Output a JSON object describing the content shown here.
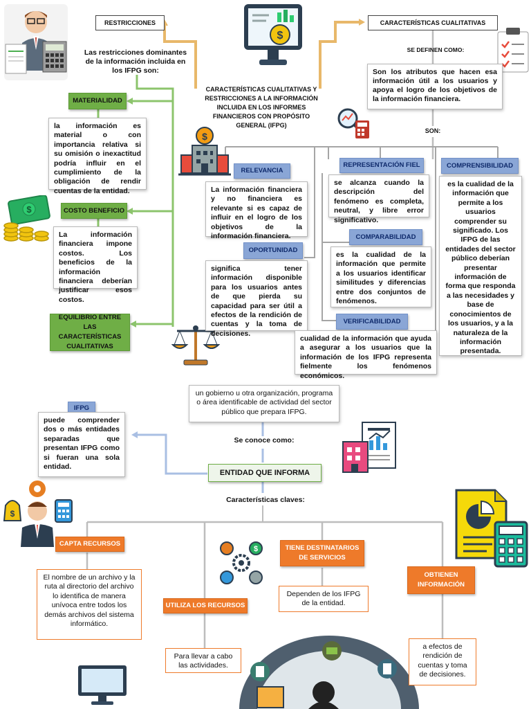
{
  "top": {
    "restricciones": "RESTRICCIONES",
    "restricciones_intro": "Las restricciones dominantes de la información incluida en los IFPG son:",
    "caracteristicas": "CARACTERÍSTICAS CUALITATIVAS",
    "se_definen_como": "SE DEFINEN COMO:",
    "definicion": "Son los atributos que hacen esa información útil a los usuarios y apoya el logro de los objetivos de la información financiera.",
    "son": "SON:",
    "center_title": "CARACTERÍSTICAS CUALITATIVAS Y RESTRICCIONES A LA INFORMACIÓN INCLUIDA EN LOS INFORMES FINANCIEROS CON PROPÓSITO GENERAL (IFPG)"
  },
  "restricciones_items": [
    {
      "label": "MATERIALIDAD",
      "text": "la información es material o con importancia relativa si su omisión o inexactitud podría influir en el cumplimiento de la obligación de rendir cuentas de la entidad."
    },
    {
      "label": "COSTO BENEFICIO",
      "text": "La información financiera impone costos. Los beneficios de la información financiera deberían justificar esos costos."
    },
    {
      "label": "EQUILIBRIO ENTRE LAS CARACTERÍSTICAS CUALITATIVAS"
    }
  ],
  "caracteristicas_items": {
    "relevancia": {
      "label": "RELEVANCIA",
      "text": "La información financiera y no financiera es relevante si es capaz de influir en el logro de los objetivos de la información financiera."
    },
    "oportunidad": {
      "label": "OPORTUNIDAD",
      "text": "significa tener información disponible para los usuarios antes de que pierda su capacidad para ser útil a efectos de la rendición de cuentas y la toma de decisiones."
    },
    "representacion": {
      "label": "REPRESENTACIÓN FIEL",
      "text": "se alcanza cuando la descripción del fenómeno es completa, neutral, y libre error significativo."
    },
    "comparabilidad": {
      "label": "COMPARABILIDAD",
      "text": "es la cualidad de la información que permite a los usuarios identificar similitudes y diferencias entre dos conjuntos de fenómenos."
    },
    "verificabilidad": {
      "label": "VERIFICABILIDAD",
      "text": "cualidad de la información que ayuda a asegurar a los usuarios que la información de los IFPG representa fielmente los fenómenos económicos."
    },
    "comprensibilidad": {
      "label": "COMPRENSIBILIDAD",
      "text": "es la cualidad de la información que permite a los usuarios comprender su significado. Los IFPG de las entidades del sector público deberían presentar información de forma que responda a las necesidades y base de conocimientos de los usuarios, y a la naturaleza de la información presentada."
    }
  },
  "bottom": {
    "gobierno": "un gobierno u otra organización, programa o área identificable de actividad del sector público que prepara IFPG.",
    "se_conoce_como": "Se conoce como:",
    "entidad": "ENTIDAD QUE INFORMA",
    "ifpg_label": "IFPG",
    "ifpg_text": "puede comprender dos o más entidades separadas que presentan IFPG como si fueran una sola entidad.",
    "claves": "Características claves:",
    "capta": {
      "label": "CAPTA RECURSOS",
      "text": "El nombre de un archivo y la ruta al directorio del archivo lo identifica de manera unívoca entre todos los demás archivos del sistema informático."
    },
    "utiliza": {
      "label": "UTILIZA LOS RECURSOS",
      "text": "Para llevar a cabo las actividades."
    },
    "tiene": {
      "label": "TIENE DESTINATARIOS DE SERVICIOS",
      "text": "Dependen de los IFPG de la entidad."
    },
    "obtienen": {
      "label": "OBTIENEN INFORMACIÓN",
      "text": "a efectos de rendición de cuentas y toma de decisiones."
    }
  },
  "colors": {
    "green": "#6fae46",
    "blue": "#8aa6d6",
    "orange": "#ee7a2a",
    "connector_gold": "#e8b86a",
    "connector_grey": "#9a9a9a"
  }
}
